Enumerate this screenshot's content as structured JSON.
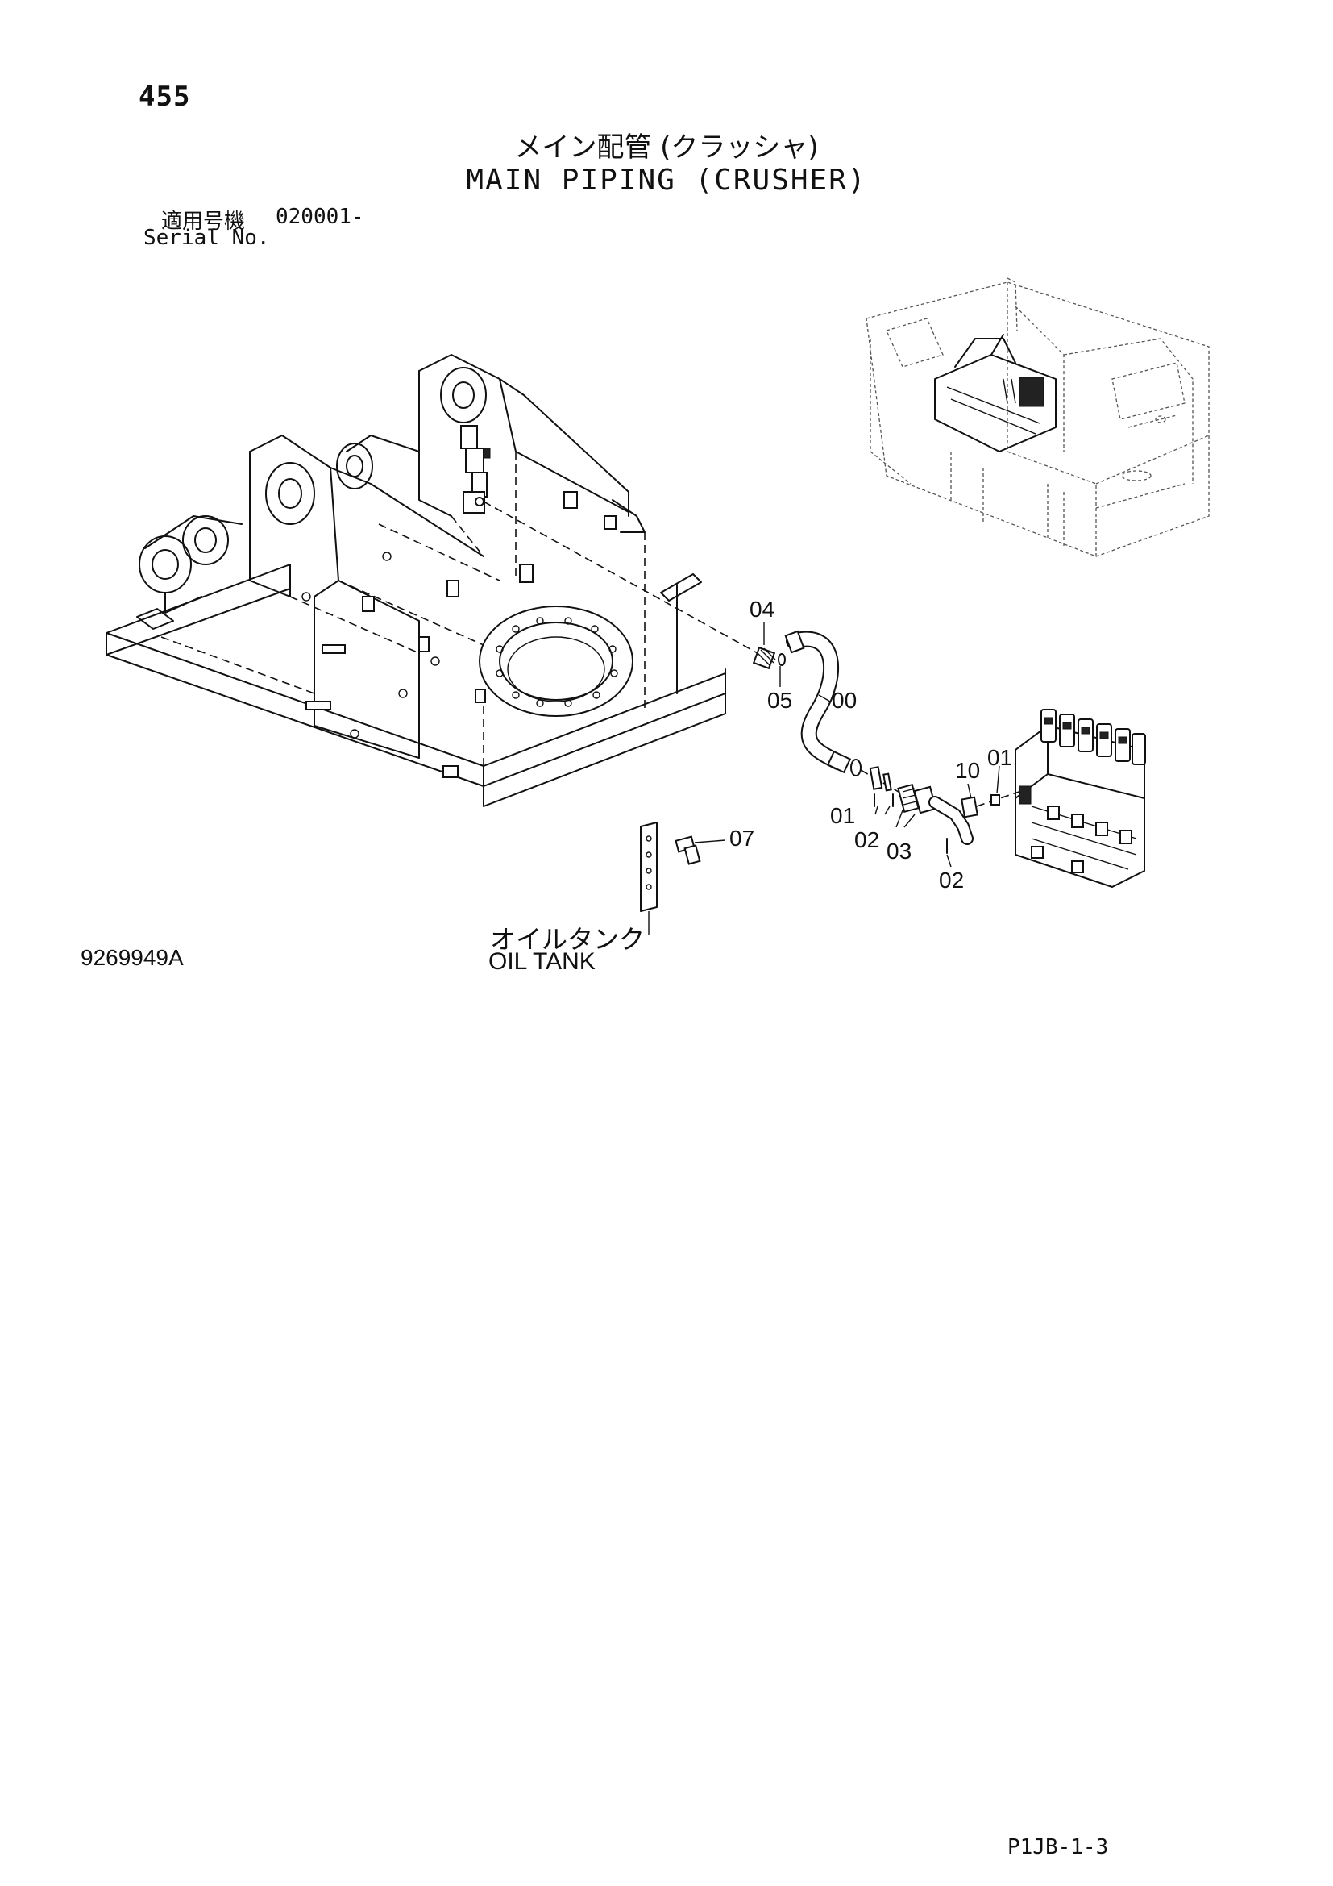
{
  "page_number": "455",
  "title_jp": "メイン配管 (クラッシャ)",
  "title_en": "MAIN PIPING (CRUSHER)",
  "serial": {
    "label_jp": "適用号機",
    "value": "020001-",
    "label_en": "Serial No."
  },
  "drawing_number": "9269949A",
  "page_code": "P1JB-1-3",
  "oil_tank": {
    "label_jp": "オイルタンク",
    "label_en": "OIL TANK"
  },
  "callouts": {
    "c04": "04",
    "c05": "05",
    "c00": "00",
    "c10": "10",
    "c01_top": "01",
    "c01_mid": "01",
    "c02_mid": "02",
    "c03": "03",
    "c02_low": "02",
    "c07": "07"
  }
}
